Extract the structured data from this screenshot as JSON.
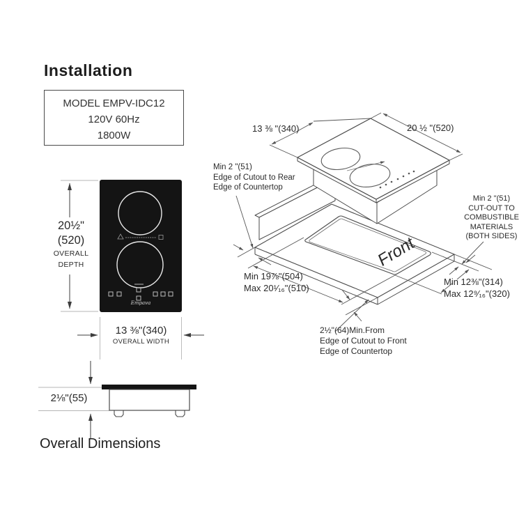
{
  "page": {
    "title": "Installation",
    "caption": "Overall Dimensions"
  },
  "model_box": {
    "line1": "MODEL EMPV-IDC12",
    "line2": "120V   60Hz",
    "line3": "1800W"
  },
  "front_view": {
    "depth_value": "20½\"",
    "depth_mm": "(520)",
    "depth_label1": "OVERALL",
    "depth_label2": "DEPTH",
    "width_value": "13 ⅜\"(340)",
    "width_label": "OVERALL WIDTH",
    "logo": "Empava"
  },
  "side_view": {
    "height_value": "2⅛\"(55)"
  },
  "iso_view": {
    "width_dim": "13 ⅜ \"(340)",
    "depth_dim": "20 ½ \"(520)",
    "front_label": "Front",
    "rear_note": {
      "l1": "Min 2 \"(51)",
      "l2": "Edge of Cutout to Rear",
      "l3": "Edge of Countertop"
    },
    "side_note": {
      "l1": "Min 2 \"(51)",
      "l2": "CUT-OUT TO",
      "l3": "COMBUSTIBLE",
      "l4": "MATERIALS",
      "l5": "(BOTH SIDES)"
    },
    "cutout_depth": {
      "min": "Min 19⅞\"(504)",
      "max": "Max 20¹⁄₁₆\"(510)"
    },
    "cutout_width": {
      "min": "Min 12⅜\"(314)",
      "max": "Max 12⁹⁄₁₆\"(320)"
    },
    "front_note": {
      "l1": "2½\"(64)Min.From",
      "l2": "Edge of Cutout to Front",
      "l3": "Edge of Countertop"
    }
  },
  "colors": {
    "line": "#4a4a4a",
    "dim_line": "#555555",
    "ext_line": "#b5b5b5",
    "panel": "#141414",
    "ring": "#e8e8e8"
  }
}
